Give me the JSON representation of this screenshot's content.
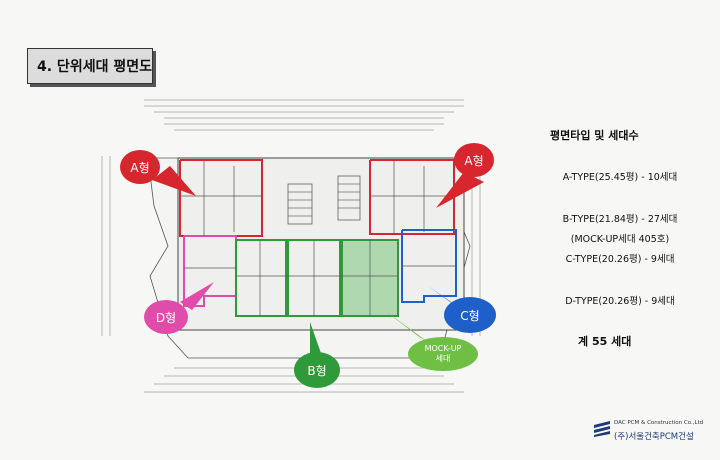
{
  "header": {
    "title": "4. 단위세대 평면도"
  },
  "callouts": {
    "a_left": "A형",
    "a_right": "A형",
    "d": "D형",
    "c": "C형",
    "b": "B형",
    "mockup": "MOCK-UP\n세대"
  },
  "legend": {
    "title": "평면타입 및 세대수",
    "rows": [
      "A-TYPE(25.45평) - 10세대",
      "B-TYPE(21.84평) - 27세대",
      "(MOCK-UP세대 405호)",
      "C-TYPE(20.26평) - 9세대",
      "D-TYPE(20.26평) - 9세대"
    ],
    "total": "계   55 세대"
  },
  "footer": {
    "company_en": "DAC PCM & Construction Co.,Ltd",
    "company_kr": "(주)서울건축PCM건설"
  },
  "colors": {
    "a_type": "#d8262f",
    "b_type": "#2f9a3a",
    "c_type": "#1f5fc9",
    "d_type": "#e04ca9",
    "mockup_fill": "#7cc57a"
  }
}
